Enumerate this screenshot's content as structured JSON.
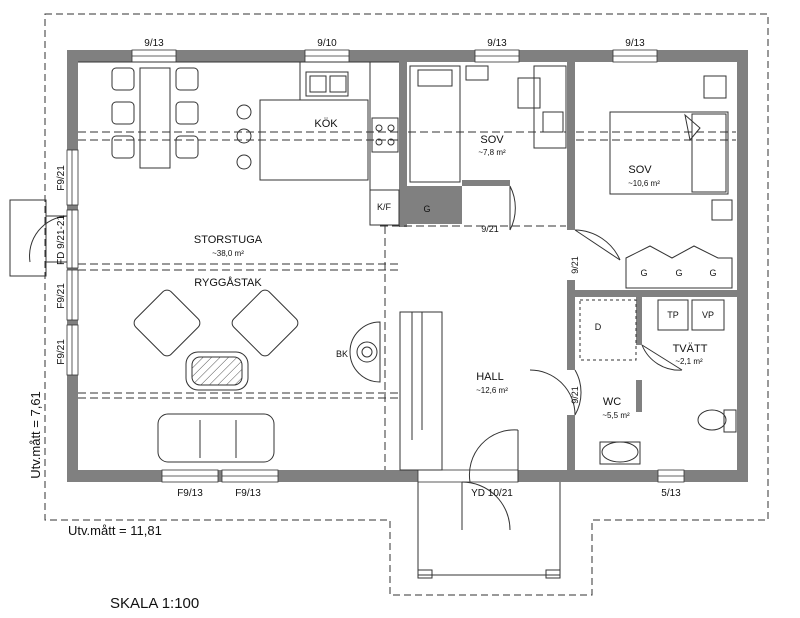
{
  "rooms": {
    "kok": {
      "name": "KÖK"
    },
    "sov1": {
      "name": "SOV",
      "area": "~7,8 m²"
    },
    "sov2": {
      "name": "SOV",
      "area": "~10,6 m²"
    },
    "storstuga": {
      "name": "STORSTUGA",
      "area": "~38,0 m²"
    },
    "ryggastak": {
      "name": "RYGGÅSTAK"
    },
    "hall": {
      "name": "HALL",
      "area": "~12,6 m²"
    },
    "tvatt": {
      "name": "TVÄTT",
      "area": "~2,1 m²"
    },
    "wc": {
      "name": "WC",
      "area": "~5,5 m²"
    }
  },
  "windows": {
    "top1": "9/13",
    "top2": "9/10",
    "top3": "9/13",
    "top4": "9/13",
    "left1": "F9/21",
    "left2": "FD 9/21-21",
    "left3": "F9/21",
    "left4": "F9/21",
    "bottom1": "F9/13",
    "bottom2": "F9/13",
    "entry": "YD 10/21",
    "bottom3": "5/13"
  },
  "doors": {
    "sov1": "9/21",
    "sov2": "9/21",
    "wc": "9/21"
  },
  "fixtures": {
    "kf": "K/F",
    "g1": "G",
    "g2": "G",
    "g3": "G",
    "g4": "G",
    "tp": "TP",
    "vp": "VP",
    "d": "D",
    "bk": "BK"
  },
  "measurements": {
    "height": "Utv.mått = 7,61",
    "width": "Utv.mått = 11,81"
  },
  "scale": "SKALA 1:100",
  "colors": {
    "wall": "#808080",
    "line": "#333333",
    "bg": "#ffffff"
  }
}
